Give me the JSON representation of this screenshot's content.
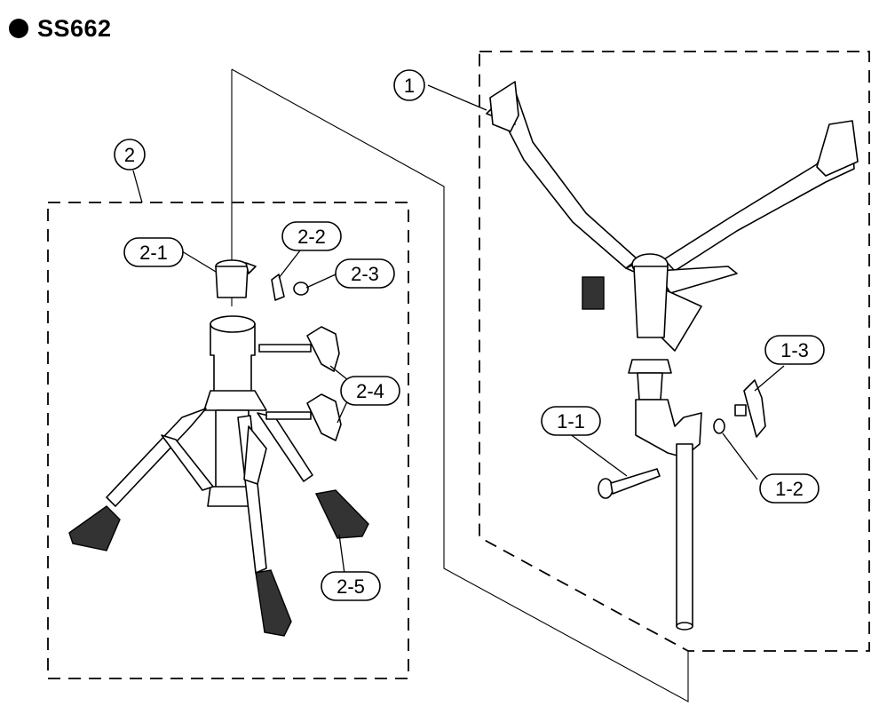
{
  "title": "SS662",
  "groups": [
    {
      "id": "1",
      "label": "1"
    },
    {
      "id": "2",
      "label": "2"
    }
  ],
  "callouts": {
    "c1_1": "1-1",
    "c1_2": "1-2",
    "c1_3": "1-3",
    "c2_1": "2-1",
    "c2_2": "2-2",
    "c2_3": "2-3",
    "c2_4": "2-4",
    "c2_5": "2-5"
  }
}
